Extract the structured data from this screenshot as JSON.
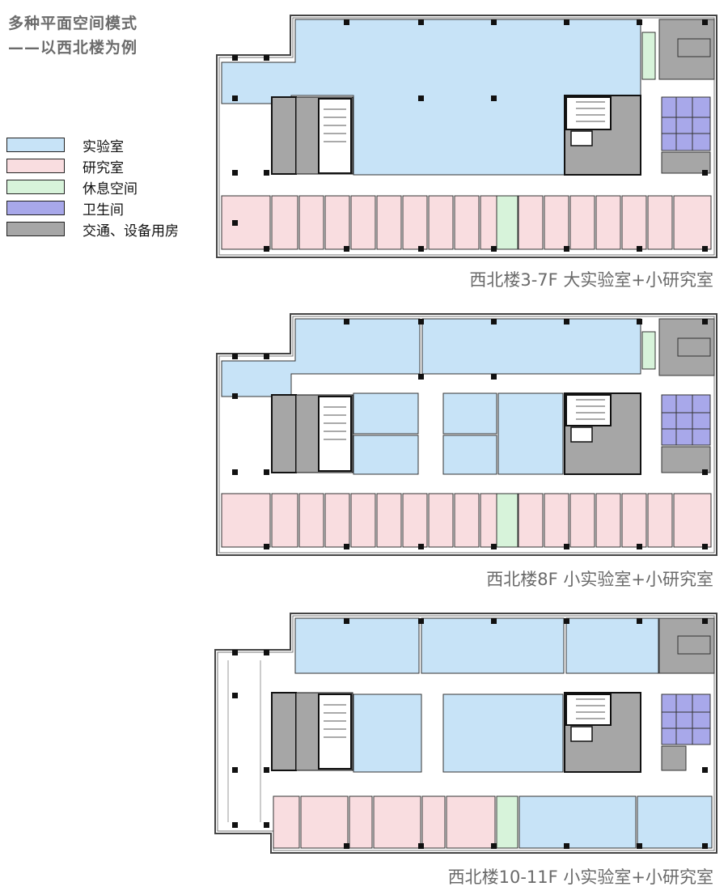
{
  "title": {
    "line1": "多种平面空间模式",
    "line2": "——以西北楼为例"
  },
  "legend": [
    {
      "label": "实验室",
      "color": "#c7e3f7"
    },
    {
      "label": "研究室",
      "color": "#f9dde0"
    },
    {
      "label": "休息空间",
      "color": "#d7f3da"
    },
    {
      "label": "卫生间",
      "color": "#a8a8ea"
    },
    {
      "label": "交通、设备用房",
      "color": "#a6a6a6"
    }
  ],
  "colors": {
    "lab": "#c7e3f7",
    "study": "#f9dde0",
    "rest": "#d7f3da",
    "toilet": "#a8a8ea",
    "service": "#a6a6a6",
    "wall": "#111111"
  },
  "plans": [
    {
      "caption": "西北楼3-7F  大实验室+小研究室"
    },
    {
      "caption": "西北楼8F  小实验室+小研究室"
    },
    {
      "caption": "西北楼10-11F  小实验室+小研究室"
    }
  ]
}
